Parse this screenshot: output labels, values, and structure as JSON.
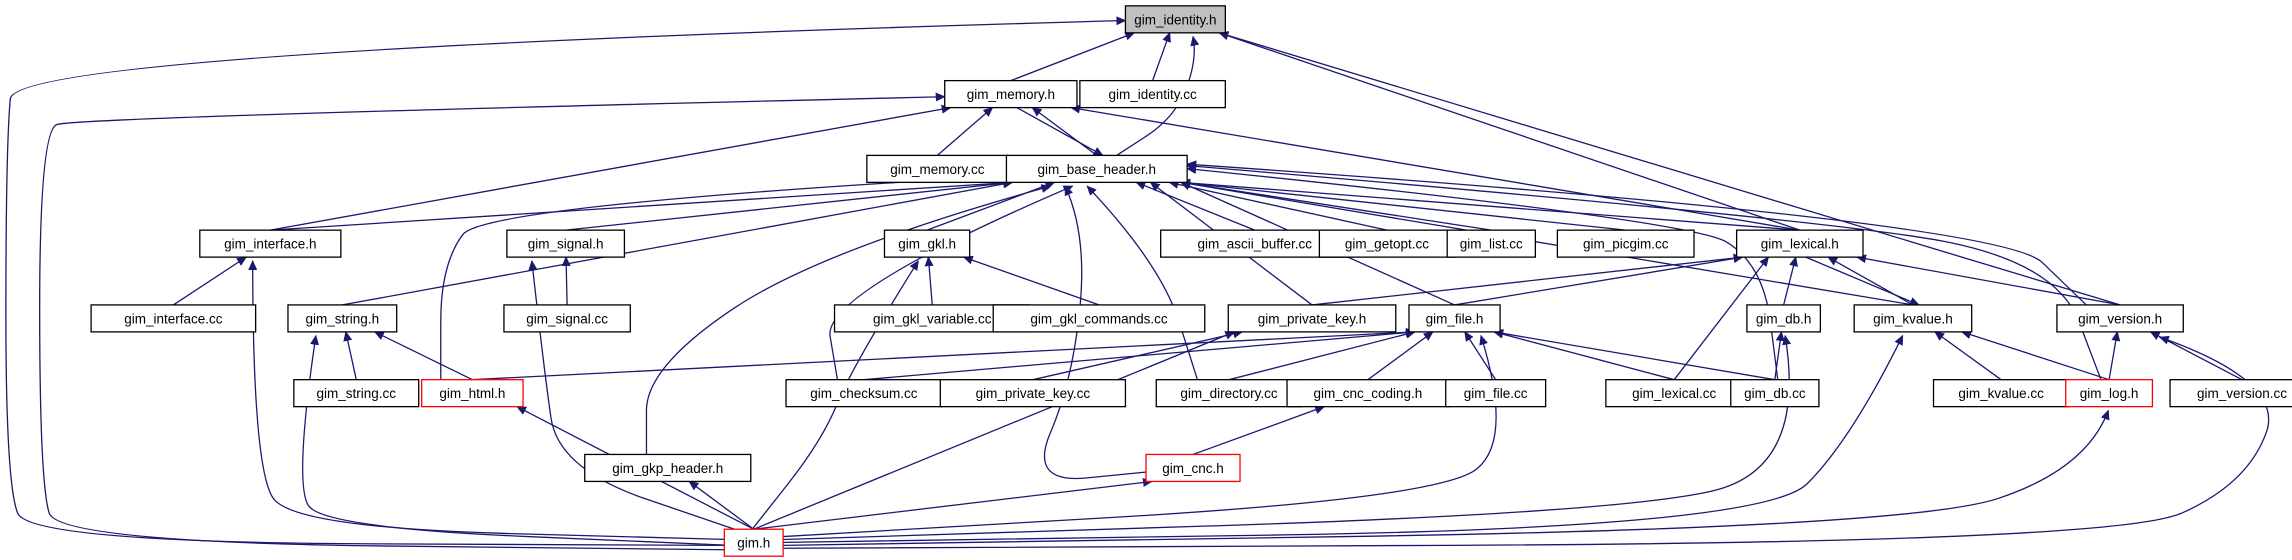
{
  "diagram": {
    "type": "include-dependency-graph",
    "colors": {
      "edge": "#191970",
      "node_border": "#000000",
      "root_fill": "#c0c0c0",
      "truncated_node_border": "#ff0000",
      "background": "#ffffff"
    },
    "nodes": [
      {
        "id": "identity_h",
        "label": "gim_identity.h",
        "style": "root"
      },
      {
        "id": "memory_h",
        "label": "gim_memory.h",
        "style": "normal"
      },
      {
        "id": "identity_cc",
        "label": "gim_identity.cc",
        "style": "normal"
      },
      {
        "id": "memory_cc",
        "label": "gim_memory.cc",
        "style": "normal"
      },
      {
        "id": "base_header_h",
        "label": "gim_base_header.h",
        "style": "normal"
      },
      {
        "id": "interface_h",
        "label": "gim_interface.h",
        "style": "normal"
      },
      {
        "id": "signal_h",
        "label": "gim_signal.h",
        "style": "normal"
      },
      {
        "id": "gkl_h",
        "label": "gim_gkl.h",
        "style": "normal"
      },
      {
        "id": "ascii_buffer_cc",
        "label": "gim_ascii_buffer.cc",
        "style": "normal"
      },
      {
        "id": "getopt_cc",
        "label": "gim_getopt.cc",
        "style": "normal"
      },
      {
        "id": "list_cc",
        "label": "gim_list.cc",
        "style": "normal"
      },
      {
        "id": "picgim_cc",
        "label": "gim_picgim.cc",
        "style": "normal"
      },
      {
        "id": "lexical_h",
        "label": "gim_lexical.h",
        "style": "normal"
      },
      {
        "id": "interface_cc",
        "label": "gim_interface.cc",
        "style": "normal"
      },
      {
        "id": "signal_cc",
        "label": "gim_signal.cc",
        "style": "normal"
      },
      {
        "id": "gkl_variable_cc",
        "label": "gim_gkl_variable.cc",
        "style": "normal"
      },
      {
        "id": "gkl_commands_cc",
        "label": "gim_gkl_commands.cc",
        "style": "normal"
      },
      {
        "id": "string_h",
        "label": "gim_string.h",
        "style": "normal"
      },
      {
        "id": "private_key_h",
        "label": "gim_private_key.h",
        "style": "normal"
      },
      {
        "id": "file_h",
        "label": "gim_file.h",
        "style": "normal"
      },
      {
        "id": "db_h",
        "label": "gim_db.h",
        "style": "normal"
      },
      {
        "id": "kvalue_h",
        "label": "gim_kvalue.h",
        "style": "normal"
      },
      {
        "id": "version_h",
        "label": "gim_version.h",
        "style": "normal"
      },
      {
        "id": "string_cc",
        "label": "gim_string.cc",
        "style": "normal"
      },
      {
        "id": "html_h",
        "label": "gim_html.h",
        "style": "truncated"
      },
      {
        "id": "checksum_cc",
        "label": "gim_checksum.cc",
        "style": "normal"
      },
      {
        "id": "private_key_cc",
        "label": "gim_private_key.cc",
        "style": "normal"
      },
      {
        "id": "directory_cc",
        "label": "gim_directory.cc",
        "style": "normal"
      },
      {
        "id": "cnc_coding_h",
        "label": "gim_cnc_coding.h",
        "style": "normal"
      },
      {
        "id": "file_cc",
        "label": "gim_file.cc",
        "style": "normal"
      },
      {
        "id": "lexical_cc",
        "label": "gim_lexical.cc",
        "style": "normal"
      },
      {
        "id": "db_cc",
        "label": "gim_db.cc",
        "style": "normal"
      },
      {
        "id": "kvalue_cc",
        "label": "gim_kvalue.cc",
        "style": "normal"
      },
      {
        "id": "log_h",
        "label": "gim_log.h",
        "style": "truncated"
      },
      {
        "id": "version_cc",
        "label": "gim_version.cc",
        "style": "normal"
      },
      {
        "id": "gkp_header_h",
        "label": "gim_gkp_header.h",
        "style": "normal"
      },
      {
        "id": "cnc_h",
        "label": "gim_cnc.h",
        "style": "truncated"
      },
      {
        "id": "gim_h",
        "label": "gim.h",
        "style": "truncated"
      }
    ],
    "edges": [
      [
        "memory_h",
        "identity_h"
      ],
      [
        "identity_cc",
        "identity_h"
      ],
      [
        "base_header_h",
        "identity_h"
      ],
      [
        "lexical_h",
        "identity_h"
      ],
      [
        "version_h",
        "identity_h"
      ],
      [
        "gim_h",
        "identity_h"
      ],
      [
        "memory_cc",
        "memory_h"
      ],
      [
        "base_header_h",
        "memory_h"
      ],
      [
        "memory_h",
        "base_header_h"
      ],
      [
        "interface_h",
        "memory_h"
      ],
      [
        "lexical_h",
        "memory_h"
      ],
      [
        "gim_h",
        "memory_h"
      ],
      [
        "interface_h",
        "base_header_h"
      ],
      [
        "signal_h",
        "base_header_h"
      ],
      [
        "gkl_h",
        "base_header_h"
      ],
      [
        "ascii_buffer_cc",
        "base_header_h"
      ],
      [
        "getopt_cc",
        "base_header_h"
      ],
      [
        "list_cc",
        "base_header_h"
      ],
      [
        "picgim_cc",
        "base_header_h"
      ],
      [
        "lexical_h",
        "base_header_h"
      ],
      [
        "string_h",
        "base_header_h"
      ],
      [
        "html_h",
        "base_header_h"
      ],
      [
        "private_key_h",
        "base_header_h"
      ],
      [
        "file_h",
        "base_header_h"
      ],
      [
        "checksum_cc",
        "base_header_h"
      ],
      [
        "directory_cc",
        "base_header_h"
      ],
      [
        "db_cc",
        "base_header_h"
      ],
      [
        "kvalue_h",
        "base_header_h"
      ],
      [
        "version_h",
        "base_header_h"
      ],
      [
        "log_h",
        "base_header_h"
      ],
      [
        "gkp_header_h",
        "base_header_h"
      ],
      [
        "cnc_h",
        "base_header_h"
      ],
      [
        "interface_cc",
        "interface_h"
      ],
      [
        "gim_h",
        "interface_h"
      ],
      [
        "signal_cc",
        "signal_h"
      ],
      [
        "gim_h",
        "signal_h"
      ],
      [
        "gkl_variable_cc",
        "gkl_h"
      ],
      [
        "gkl_commands_cc",
        "gkl_h"
      ],
      [
        "gim_h",
        "gkl_h"
      ],
      [
        "private_key_h",
        "lexical_h"
      ],
      [
        "file_h",
        "lexical_h"
      ],
      [
        "db_h",
        "lexical_h"
      ],
      [
        "kvalue_h",
        "lexical_h"
      ],
      [
        "lexical_h",
        "kvalue_h"
      ],
      [
        "version_h",
        "lexical_h"
      ],
      [
        "lexical_cc",
        "lexical_h"
      ],
      [
        "string_cc",
        "string_h"
      ],
      [
        "html_h",
        "string_h"
      ],
      [
        "gim_h",
        "string_h"
      ],
      [
        "private_key_cc",
        "private_key_h"
      ],
      [
        "gim_h",
        "private_key_h"
      ],
      [
        "html_h",
        "file_h"
      ],
      [
        "checksum_cc",
        "file_h"
      ],
      [
        "directory_cc",
        "file_h"
      ],
      [
        "cnc_coding_h",
        "file_h"
      ],
      [
        "file_cc",
        "file_h"
      ],
      [
        "lexical_cc",
        "file_h"
      ],
      [
        "db_cc",
        "file_h"
      ],
      [
        "gim_h",
        "file_h"
      ],
      [
        "db_cc",
        "db_h"
      ],
      [
        "gim_h",
        "db_h"
      ],
      [
        "kvalue_cc",
        "kvalue_h"
      ],
      [
        "log_h",
        "kvalue_h"
      ],
      [
        "gim_h",
        "kvalue_h"
      ],
      [
        "log_h",
        "version_h"
      ],
      [
        "version_cc",
        "version_h"
      ],
      [
        "gim_h",
        "version_h"
      ],
      [
        "gim_h",
        "html_h"
      ],
      [
        "cnc_h",
        "cnc_coding_h"
      ],
      [
        "gim_h",
        "log_h"
      ],
      [
        "gim_h",
        "gkp_header_h"
      ],
      [
        "gim_h",
        "cnc_h"
      ]
    ]
  }
}
